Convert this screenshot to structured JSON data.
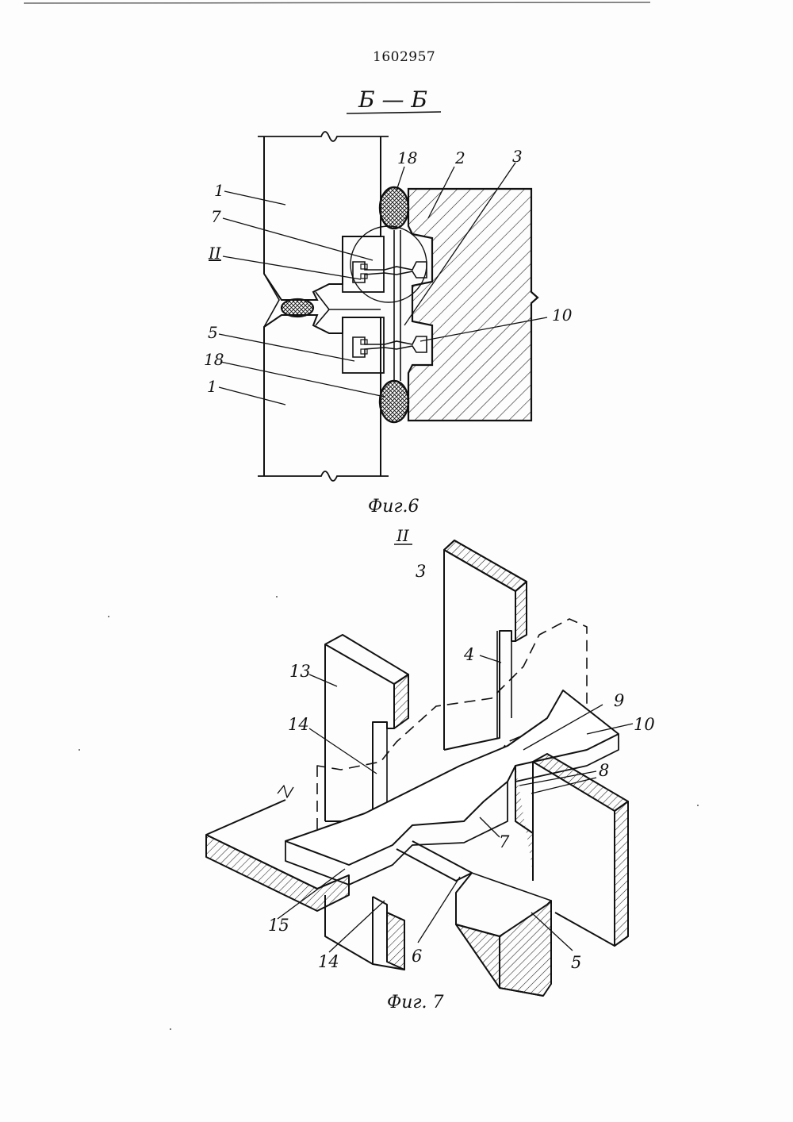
{
  "document": {
    "patent_number": "1602957"
  },
  "figure6": {
    "section_title": "Б — Б",
    "caption": "Фиг.6",
    "labels": {
      "l1_top": "1",
      "l7": "7",
      "lII": "II",
      "l5": "5",
      "l18_bottom": "18",
      "l1_bottom": "1",
      "l18_top": "18",
      "l2": "2",
      "l3": "3",
      "l10": "10"
    }
  },
  "figure7": {
    "detail_title": "II",
    "caption": "Фиг. 7",
    "labels": {
      "l3": "3",
      "l4": "4",
      "l13": "13",
      "l14_top": "14",
      "l9": "9",
      "l10": "10",
      "l8": "8",
      "l7": "7",
      "l15": "15",
      "l14_bottom": "14",
      "l6": "6",
      "l5": "5"
    }
  }
}
